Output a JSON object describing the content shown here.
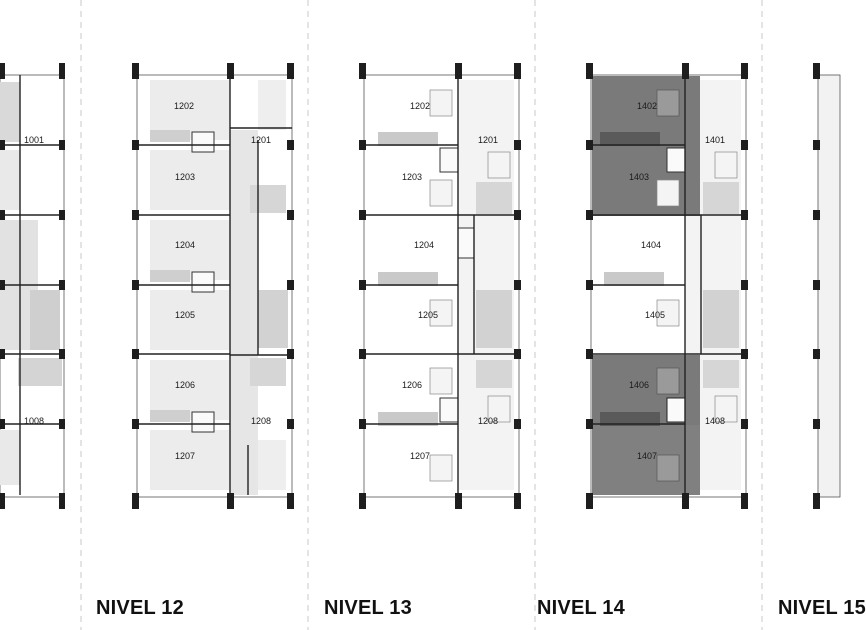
{
  "levels": [
    {
      "title": "NIVEL 12"
    },
    {
      "title": "NIVEL 13"
    },
    {
      "title": "NIVEL 14"
    },
    {
      "title": "NIVEL 15"
    }
  ],
  "unit_labels": {
    "left_partial": [
      "1001",
      "1008"
    ],
    "nivel_12": [
      "1202",
      "1201",
      "1203",
      "1204",
      "1205",
      "1206",
      "1208",
      "1207"
    ],
    "nivel_13": [
      "1202",
      "1201",
      "1203",
      "1204",
      "1205",
      "1206",
      "1208",
      "1207"
    ],
    "nivel_14": [
      "1402",
      "1401",
      "1403",
      "1404",
      "1405",
      "1406",
      "1408",
      "1407"
    ]
  },
  "highlighted_units": [
    "1402",
    "1406",
    "1407"
  ],
  "colors": {
    "highlight": "#7a7a7a",
    "circulation": "#e6e6e6",
    "wall": "#1e1e1e",
    "divider": "#c8c8c8"
  }
}
